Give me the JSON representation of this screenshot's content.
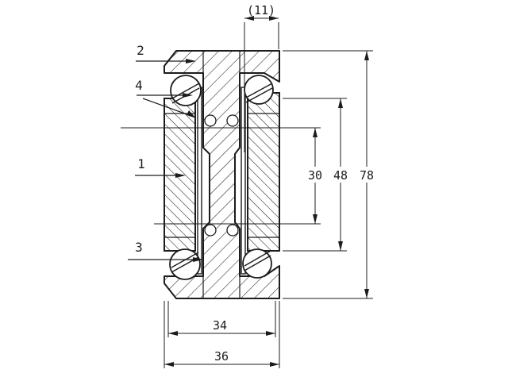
{
  "drawing": {
    "type": "sectional technical drawing of telescopic ball-bearing slide rail",
    "background_color": "#ffffff",
    "line_color": "#1c1c1c",
    "callouts": {
      "c1": "1",
      "c2": "2",
      "c3": "3",
      "c4": "4"
    },
    "dimensions": {
      "top_width": "(11)",
      "inner_height": "30",
      "rail_height": "48",
      "overall_height": "78",
      "inner_width": "34",
      "overall_width": "36"
    }
  }
}
